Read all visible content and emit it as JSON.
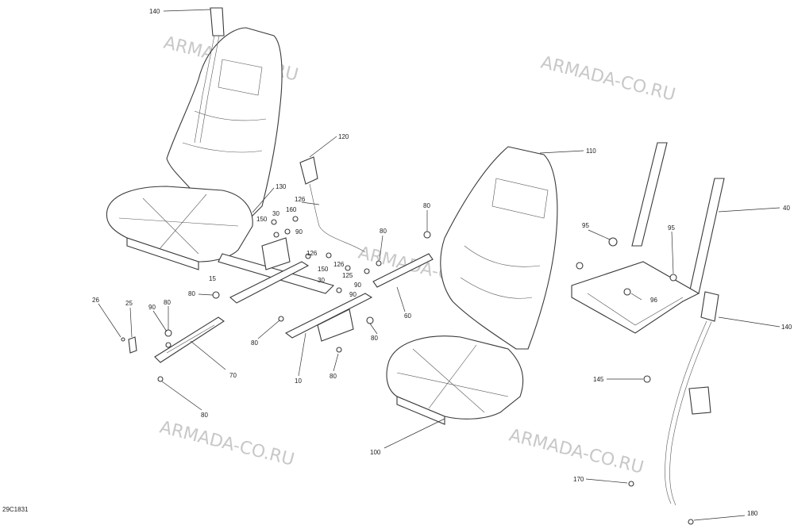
{
  "diagram_code": "29C1831",
  "watermark": "ARMADA-CO.RU",
  "callouts": [
    {
      "id": "c140a",
      "label": "140"
    },
    {
      "id": "c120",
      "label": "120"
    },
    {
      "id": "c110",
      "label": "110"
    },
    {
      "id": "c40",
      "label": "40"
    },
    {
      "id": "c130",
      "label": "130"
    },
    {
      "id": "c126a",
      "label": "126"
    },
    {
      "id": "c160",
      "label": "160"
    },
    {
      "id": "c150a",
      "label": "150"
    },
    {
      "id": "c30a",
      "label": "30"
    },
    {
      "id": "c90a",
      "label": "90"
    },
    {
      "id": "c80a",
      "label": "80"
    },
    {
      "id": "c80b",
      "label": "80"
    },
    {
      "id": "c95a",
      "label": "95"
    },
    {
      "id": "c95b",
      "label": "95"
    },
    {
      "id": "c126b",
      "label": "126"
    },
    {
      "id": "c126c",
      "label": "126"
    },
    {
      "id": "c125",
      "label": "125"
    },
    {
      "id": "c150b",
      "label": "150"
    },
    {
      "id": "c15",
      "label": "15"
    },
    {
      "id": "c30b",
      "label": "30"
    },
    {
      "id": "c90b",
      "label": "90"
    },
    {
      "id": "c90c",
      "label": "90"
    },
    {
      "id": "c80c",
      "label": "80"
    },
    {
      "id": "c60",
      "label": "60"
    },
    {
      "id": "c96",
      "label": "96"
    },
    {
      "id": "c140b",
      "label": "140"
    },
    {
      "id": "c26",
      "label": "26"
    },
    {
      "id": "c25",
      "label": "25"
    },
    {
      "id": "c90d",
      "label": "90"
    },
    {
      "id": "c80d",
      "label": "80"
    },
    {
      "id": "c80e",
      "label": "80"
    },
    {
      "id": "c80f",
      "label": "80"
    },
    {
      "id": "c70",
      "label": "70"
    },
    {
      "id": "c10",
      "label": "10"
    },
    {
      "id": "c80g",
      "label": "80"
    },
    {
      "id": "c80h",
      "label": "80"
    },
    {
      "id": "c145",
      "label": "145"
    },
    {
      "id": "c100",
      "label": "100"
    },
    {
      "id": "c170",
      "label": "170"
    },
    {
      "id": "c180",
      "label": "180"
    }
  ]
}
